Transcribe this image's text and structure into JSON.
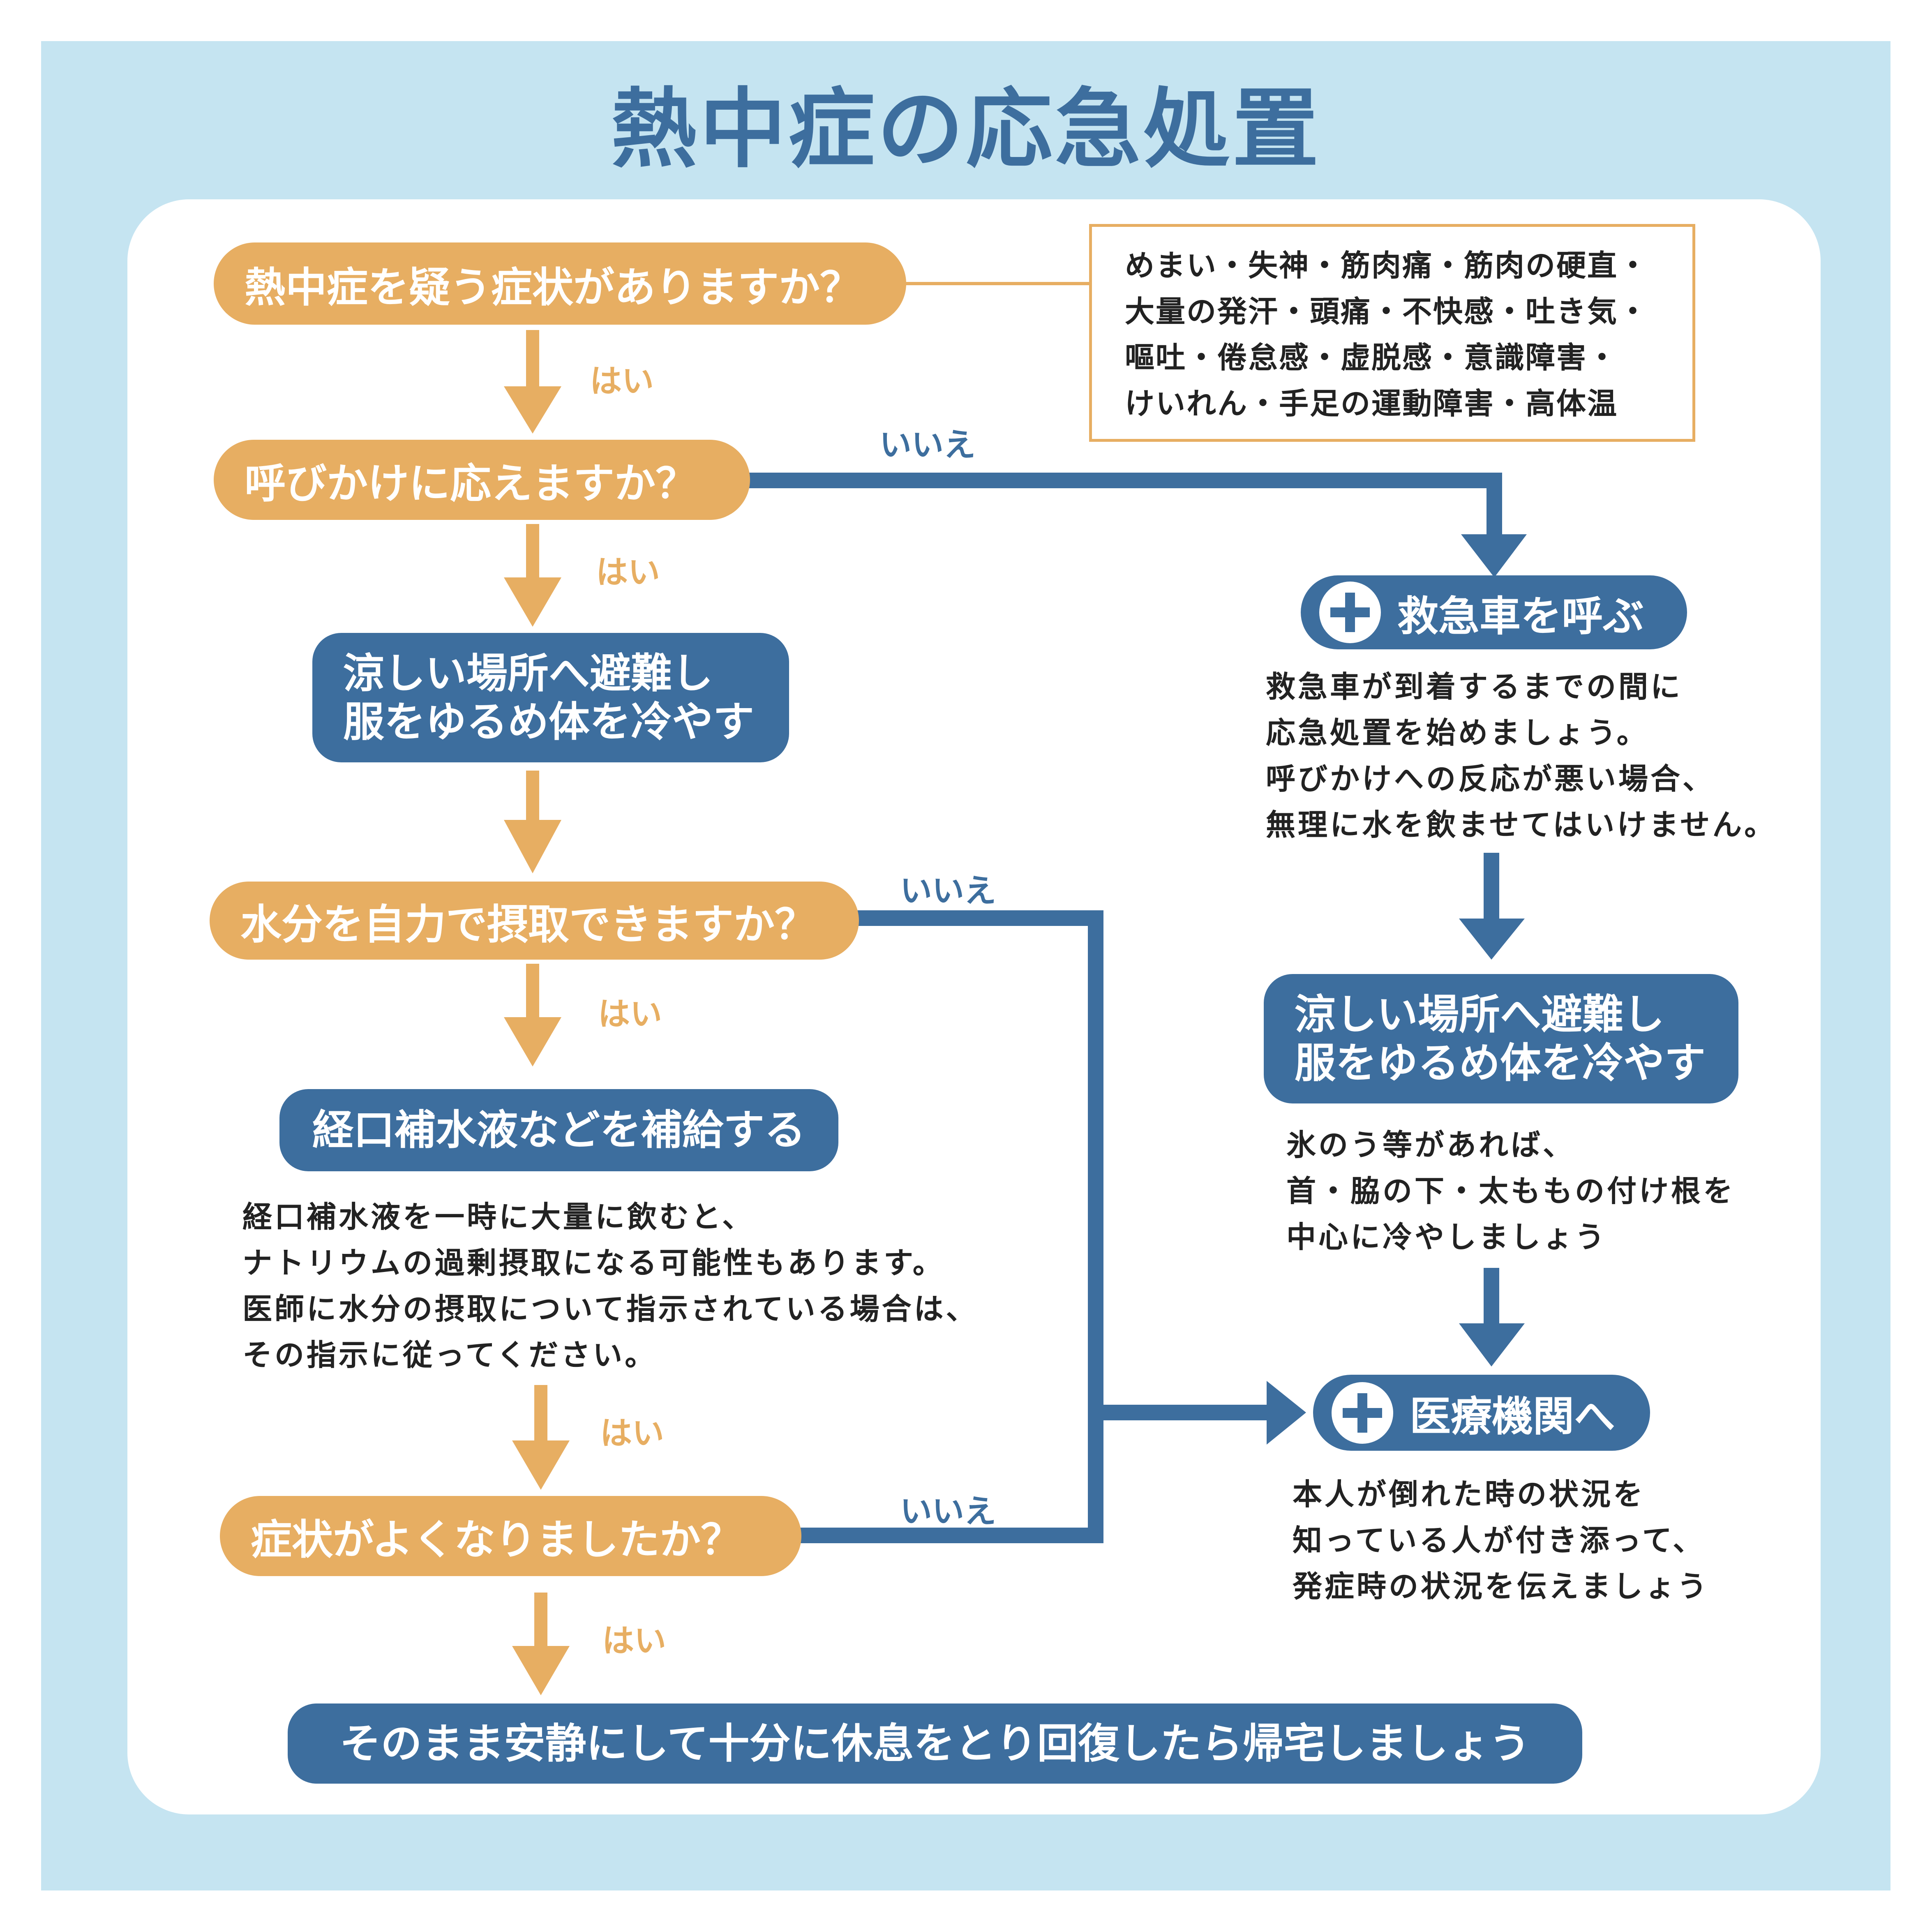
{
  "title": "熱中症の応急処置",
  "colors": {
    "orange": "#e7ae62",
    "blue": "#3d6e9e",
    "background": "#c5e4f1"
  },
  "questions": {
    "q1": "熱中症を疑う症状がありますか？",
    "q2": "呼びかけに応えますか？",
    "q3": "水分を自力で摂取できますか？",
    "q4": "症状がよくなりましたか？"
  },
  "symptoms": [
    "めまい・失神・筋肉痛・筋肉の硬直・",
    "大量の発汗・頭痛・不快感・吐き気・",
    "嘔吐・倦怠感・虚脱感・意識障害・",
    "けいれん・手足の運動障害・高体温"
  ],
  "actions": {
    "cool_left": [
      "涼しい場所へ避難し",
      "服をゆるめ体を冷やす"
    ],
    "ors": "経口補水液などを補給する",
    "rest": "そのまま安静にして十分に休息をとり回復したら帰宅しましょう",
    "ambulance": "救急車を呼ぶ",
    "cool_right": [
      "涼しい場所へ避難し",
      "服をゆるめ体を冷やす"
    ],
    "hospital": "医療機関へ"
  },
  "notes": {
    "ors_note": [
      "経口補水液を一時に大量に飲むと、",
      "ナトリウムの過剰摂取になる可能性もあります。",
      "医師に水分の摂取について指示されている場合は、",
      "その指示に従ってください。"
    ],
    "ambulance_note": [
      "救急車が到着するまでの間に",
      "応急処置を始めましょう。",
      "呼びかけへの反応が悪い場合、",
      "無理に水を飲ませてはいけません。"
    ],
    "cool_note": [
      "氷のう等があれば、",
      "首・脇の下・太ももの付け根を",
      "中心に冷やしましょう"
    ],
    "hospital_note": [
      "本人が倒れた時の状況を",
      "知っている人が付き添って、",
      "発症時の状況を伝えましょう"
    ]
  },
  "labels": {
    "yes": "はい",
    "no": "いいえ"
  }
}
